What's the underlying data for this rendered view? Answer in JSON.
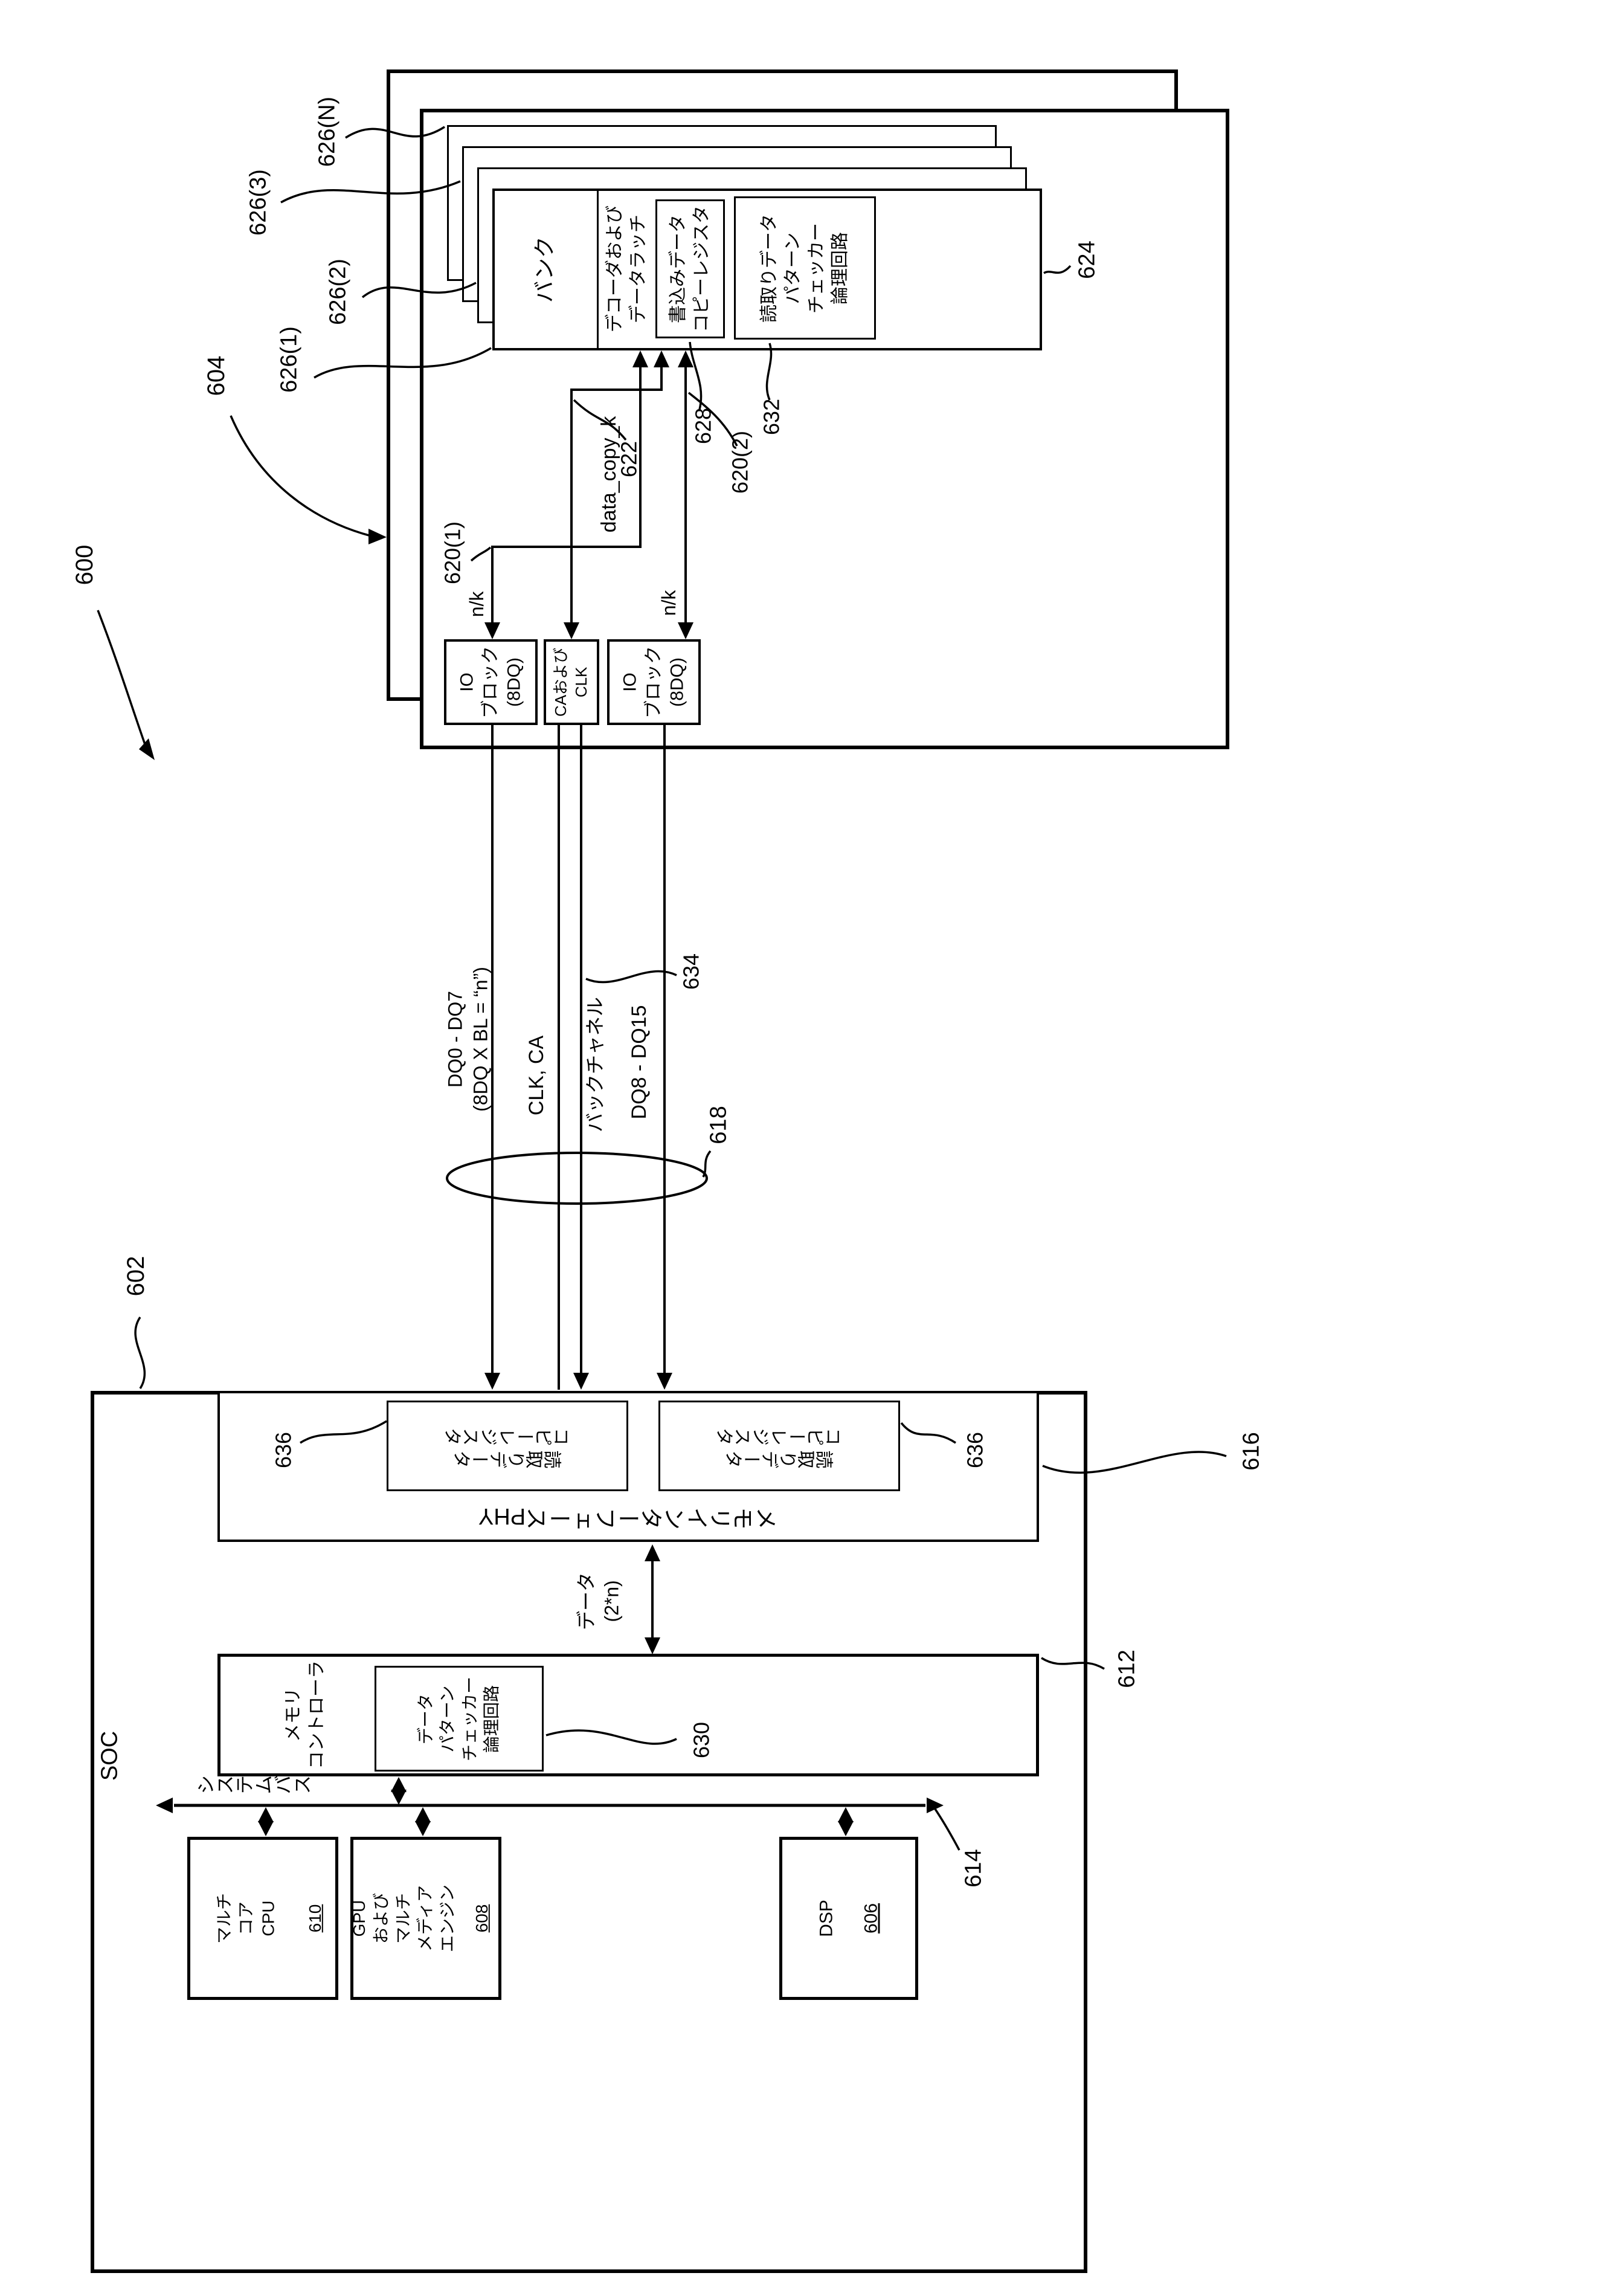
{
  "figure": {
    "ref": "600"
  },
  "dram": {
    "ref": "604",
    "banks": {
      "ref_n": "626(N)",
      "ref_3": "626(3)",
      "ref_2": "626(2)",
      "ref_1": "626(1)",
      "bank_label": "バンク",
      "periphery_ref": "624"
    },
    "decoder": {
      "label": "デコーダおよび\nデータラッチ"
    },
    "write_copy_register": {
      "label": "書込みデータ\nコピーレジスタ",
      "ref": "628"
    },
    "read_pattern_checker": {
      "label": "読取りデータ\nパターン\nチェッカー\n論理回路",
      "ref": "632"
    },
    "io_block_1": {
      "label": "IO\nブロック\n(8DQ)",
      "ref": "620(1)",
      "width_label": "n/k"
    },
    "io_block_2": {
      "label": "IO\nブロック\n(8DQ)",
      "ref": "620(2)",
      "width_label": "n/k"
    },
    "ca_clk_block": {
      "label": "CAおよび\nCLK",
      "ref": "622"
    },
    "data_copy_signal": "data_copy_k"
  },
  "bus": {
    "ref": "618",
    "dq_low": "DQ0 - DQ7\n(8DQ X BL = “n”)",
    "clk_ca": "CLK, CA",
    "back_channel": "バックチャネル",
    "back_channel_ref": "634",
    "dq_high": "DQ8 - DQ15"
  },
  "soc": {
    "label": "SOC",
    "ref": "602",
    "phy": {
      "label": "メモリインターフェースPHY",
      "ref": "616",
      "reg1": {
        "label": "読取りデータ\nコピーレジスタ",
        "ref": "636"
      },
      "reg2": {
        "label": "読取りデータ\nコピーレジスタ",
        "ref": "636"
      }
    },
    "data_bus_label": "データ\n(2*n)",
    "memory_controller": {
      "label": "メモリ\nコントローラ",
      "ref": "612",
      "checker": {
        "label": "データ\nパターン\nチェッカー\n論理回路",
        "ref": "630"
      }
    },
    "system_bus": {
      "label": "システムバス",
      "ref": "614"
    },
    "cpu": {
      "label": "マルチ\nコア\nCPU",
      "ref": "610"
    },
    "gpu": {
      "label": "GPU\nおよび\nマルチ\nメディア\nエンジン",
      "ref": "608"
    },
    "dsp": {
      "label": "DSP",
      "ref": "606"
    }
  }
}
